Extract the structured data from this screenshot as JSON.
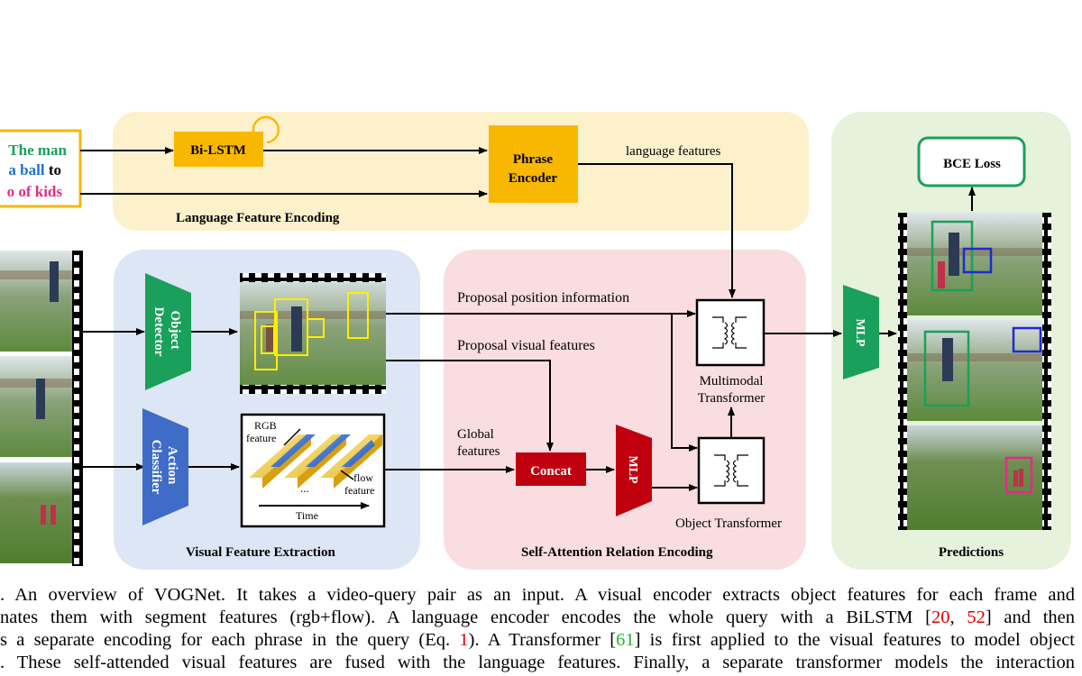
{
  "query": {
    "line1": "The man",
    "line2a": "a ball",
    "line2b": " to",
    "line3": "o of kids"
  },
  "language": {
    "panel_label": "Language Feature Encoding",
    "bilstm": "Bi-LSTM",
    "phrase_encoder_1": "Phrase",
    "phrase_encoder_2": "Encoder",
    "features_label": "language features"
  },
  "visual": {
    "panel_label": "Visual Feature Extraction",
    "object_detector_1": "Object",
    "object_detector_2": "Detector",
    "action_classifier_1": "Action",
    "action_classifier_2": "Classifier",
    "rgb_1": "RGB",
    "rgb_2": "feature",
    "flow_1": "flow",
    "flow_2": "feature",
    "dots": "...",
    "time": "Time"
  },
  "relation": {
    "panel_label": "Self-Attention  Relation Encoding",
    "position_info": "Proposal position information",
    "visual_features": "Proposal visual features",
    "global_1": "Global",
    "global_2": "features",
    "concat": "Concat",
    "mlp": "MLP",
    "object_transformer": "Object Transformer",
    "multimodal_1": "Multimodal",
    "multimodal_2": "Transformer"
  },
  "predictions": {
    "panel_label": "Predictions",
    "loss": "BCE Loss",
    "mlp": "MLP"
  },
  "caption": {
    "l1": ". An overview of VOGNet. It takes a video-query pair as an input. A visual encoder extracts object features for each frame and",
    "l2a": "nates them with segment features (rgb+flow). A language encoder encodes the whole query with a BiLSTM [",
    "l2c1": "20",
    "l2s": ", ",
    "l2c2": "52",
    "l2b": "] and then",
    "l3a": "s a separate encoding for each phrase in the query (Eq. ",
    "l3c1": "1",
    "l3b": "). A Transformer [",
    "l3c2": "61",
    "l3d": "] is first applied to the visual features to model object",
    "l4": ". These self-attended visual features are fused with the language features. Finally, a separate transformer models the interaction"
  },
  "colors": {
    "green_text": "#1aa05a",
    "blue_text": "#1f6fd0",
    "pink_text": "#e8288c",
    "query_border": "#f5b800",
    "lang_panel": "#fdf1cc",
    "visual_panel": "#dde6f5",
    "relation_panel": "#f9dde1",
    "pred_panel": "#e6f2dc",
    "module_orange": "#f9b800",
    "module_green": "#1aa05a",
    "module_blue": "#3e6cc7",
    "module_red": "#c0000f"
  }
}
